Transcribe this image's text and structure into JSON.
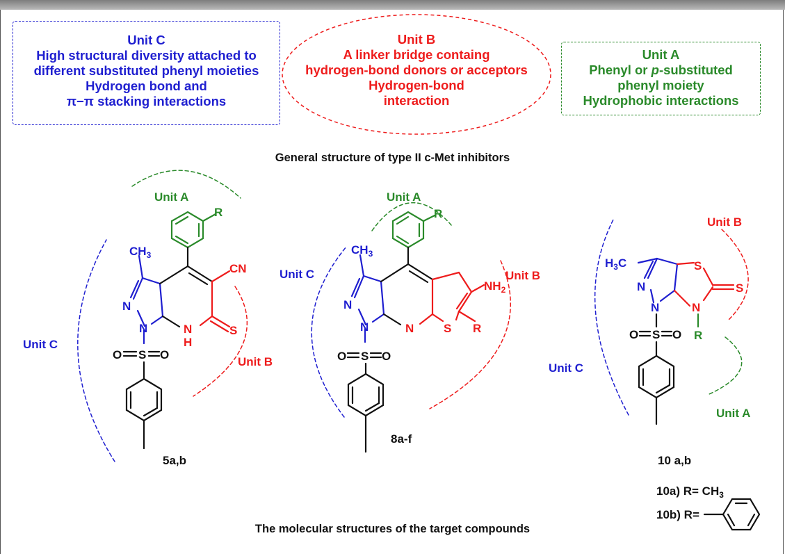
{
  "top_boxes": {
    "unit_c": {
      "title": "Unit C",
      "lines": [
        "High structural diversity attached to",
        "different substituted phenyl moieties",
        "Hydrogen bond and",
        "π−π stacking interactions"
      ]
    },
    "unit_b": {
      "title": "Unit B",
      "lines": [
        "A linker bridge containg",
        "hydrogen-bond donors or acceptors",
        "Hydrogen-bond",
        "interaction"
      ]
    },
    "unit_a": {
      "title": "Unit A",
      "lines": [
        "Phenyl or p-substituted",
        "phenyl moiety",
        "Hydrophobic interactions"
      ]
    }
  },
  "captions": {
    "general": "General structure of type II c-Met inhibitors",
    "targets": "The molecular structures of the target compounds"
  },
  "unit_labels": {
    "a": "Unit A",
    "b": "Unit B",
    "c": "Unit C"
  },
  "compounds": {
    "c5": {
      "name": "5a,b",
      "ch3": "CH3",
      "cn": "CN",
      "n": "N",
      "s": "S",
      "h": "H",
      "r": "R",
      "o": "O"
    },
    "c8": {
      "name": "8a-f",
      "ch3": "CH3",
      "nh2": "NH2",
      "n": "N",
      "s": "S",
      "r": "R",
      "o": "O"
    },
    "c10": {
      "name": "10 a,b",
      "h3c": "H3C",
      "n": "N",
      "s": "S",
      "r": "R",
      "o": "O"
    }
  },
  "legend": {
    "a_label": "10a) R= CH3",
    "b_label": "10b) R="
  },
  "colors": {
    "blue": "#1f1fd0",
    "red": "#ee1c1c",
    "green": "#2a8a2a",
    "black": "#111111"
  }
}
